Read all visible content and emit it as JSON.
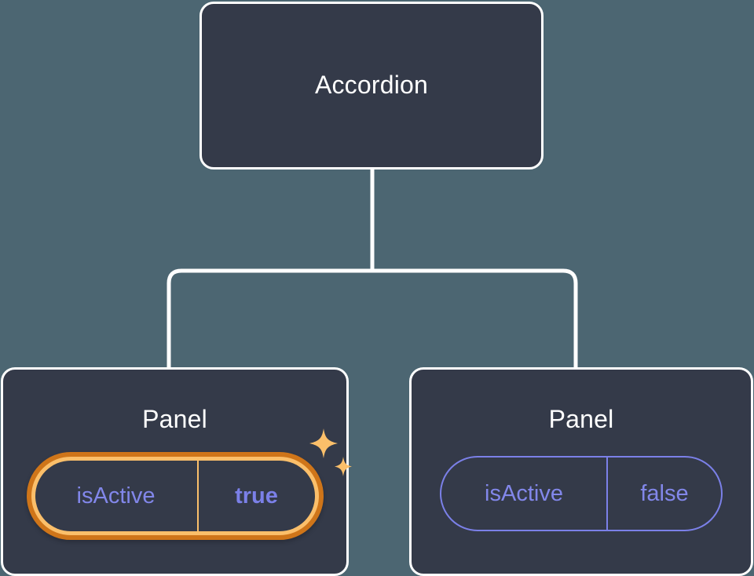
{
  "diagram": {
    "type": "component-tree",
    "background_color": "#4c6672",
    "node_fill_color": "#343a49",
    "node_border_color": "#ffffff",
    "connector_color": "#ffffff",
    "accent_highlight_color": "#cf7519",
    "accent_highlight_inner_color": "#fbbf6a",
    "prop_text_color": "#8287ea",
    "prop_value_color": "#7b80e8",
    "root": {
      "label": "Accordion"
    },
    "children": [
      {
        "label": "Panel",
        "highlighted": true,
        "sparkle_icon": "sparkle-icon",
        "prop": {
          "key": "isActive",
          "value": "true",
          "bold_value": true
        }
      },
      {
        "label": "Panel",
        "highlighted": false,
        "prop": {
          "key": "isActive",
          "value": "false",
          "bold_value": false
        }
      }
    ]
  }
}
